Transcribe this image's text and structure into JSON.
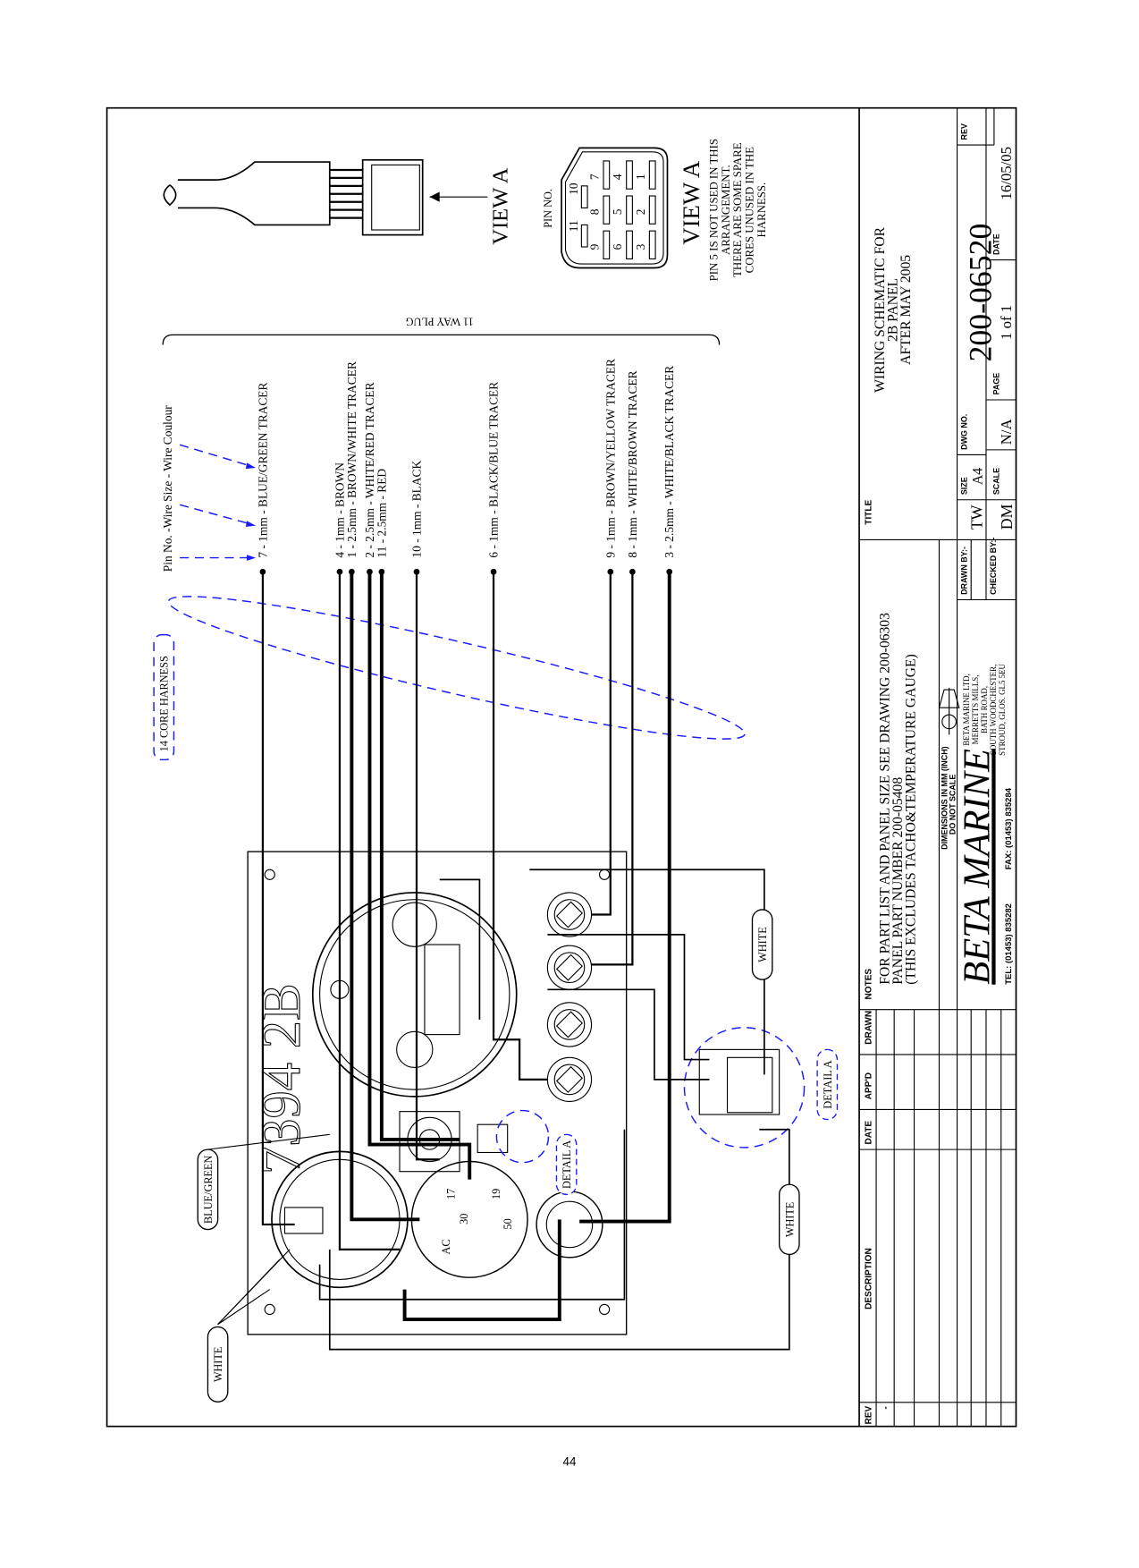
{
  "page_number": "44",
  "wire_legend": {
    "header": "Pin No.  -Wire Size - Wire Coulour",
    "wires": [
      "7 - 1mm - BLUE/GREEN TRACER",
      "4 - 1mm - BROWN",
      "1 - 2.5mm - BROWN/WHITE TRACER",
      "2 - 2.5mm - WHITE/RED TRACER",
      "11 - 2.5mm - RED",
      "10 - 1mm - BLACK",
      "6 - 1mm - BLACK/BLUE TRACER",
      "9 - 1mm - BROWN/YELLOW TRACER",
      "8 - 1mm - WHITE/BROWN TRACER",
      "3 - 2.5mm - WHITE/BLACK TRACER"
    ]
  },
  "plug": {
    "label": "11 WAY PLUG",
    "view_label": "VIEW A"
  },
  "view_a": {
    "pin_header": "PIN NO.",
    "title": "VIEW A",
    "pins": [
      "1",
      "2",
      "3",
      "4",
      "5",
      "6",
      "7",
      "8",
      "9",
      "10",
      "11"
    ],
    "note": [
      "PIN 5 IS NOT USED IN THIS",
      "ARRANGEMENT.",
      "THERE ARE SOME SPARE",
      "CORES UNUSED IN THE",
      "HARNESS."
    ]
  },
  "harness_label": "14 CORE HARNESS",
  "panel": {
    "panel_code": "7394 2B",
    "callouts": {
      "white_1": "WHITE",
      "white_2": "WHITE",
      "white_3": "WHITE",
      "blue_green": "BLUE/GREEN",
      "detail_a_1": "DETAIL A",
      "detail_a_2": "DETAIL A"
    },
    "switch_terminals": [
      "17",
      "30",
      "19",
      "50",
      "AC"
    ]
  },
  "title_block": {
    "rev_headers": {
      "rev": "REV",
      "description": "DESCRIPTION",
      "date": "DATE",
      "appd": "APP'D",
      "drawn": "DRAWN",
      "notes": "NOTES"
    },
    "rev_value": "-",
    "notes": [
      "FOR PART LIST AND PANEL SIZE SEE DRAWING 200-06303",
      "PANEL PART NUMBER 200-05408",
      "(THIS EXCLUDES TACHO&TEMPERATURE GAUGE)"
    ],
    "dimensions": [
      "DIMENSIONS  IN  MM  (INCH)",
      "DO  NOT  SCALE"
    ],
    "company": {
      "logo": "BETA MARINE",
      "address": [
        "BETA MARINE LTD,",
        "MERRETTS MILLS,",
        "BATH ROAD,",
        "SOUTH WOODCHESTER,",
        "STROUD, GLOS. GL5 5EU"
      ],
      "tel": "TEL:  (01453)  835282",
      "fax": "FAX:  (01453)  835284"
    },
    "title_label": "TITLE",
    "title": [
      "WIRING SCHEMATIC FOR",
      "2B PANEL",
      "AFTER MAY 2005"
    ],
    "drawn_by_label": "DRAWN  BY:-",
    "drawn_by": "TW",
    "checked_by_label": "CHECKED  BY:-",
    "checked_by": "DM",
    "size_label": "SIZE",
    "size": "A4",
    "dwg_no_label": "DWG  NO.",
    "dwg_no": "200-06520",
    "rev_label": "REV",
    "scale_label": "SCALE",
    "scale": "N/A",
    "page_label": "PAGE",
    "page": "1 of 1",
    "date_label": "DATE",
    "date": "16/05/05"
  }
}
